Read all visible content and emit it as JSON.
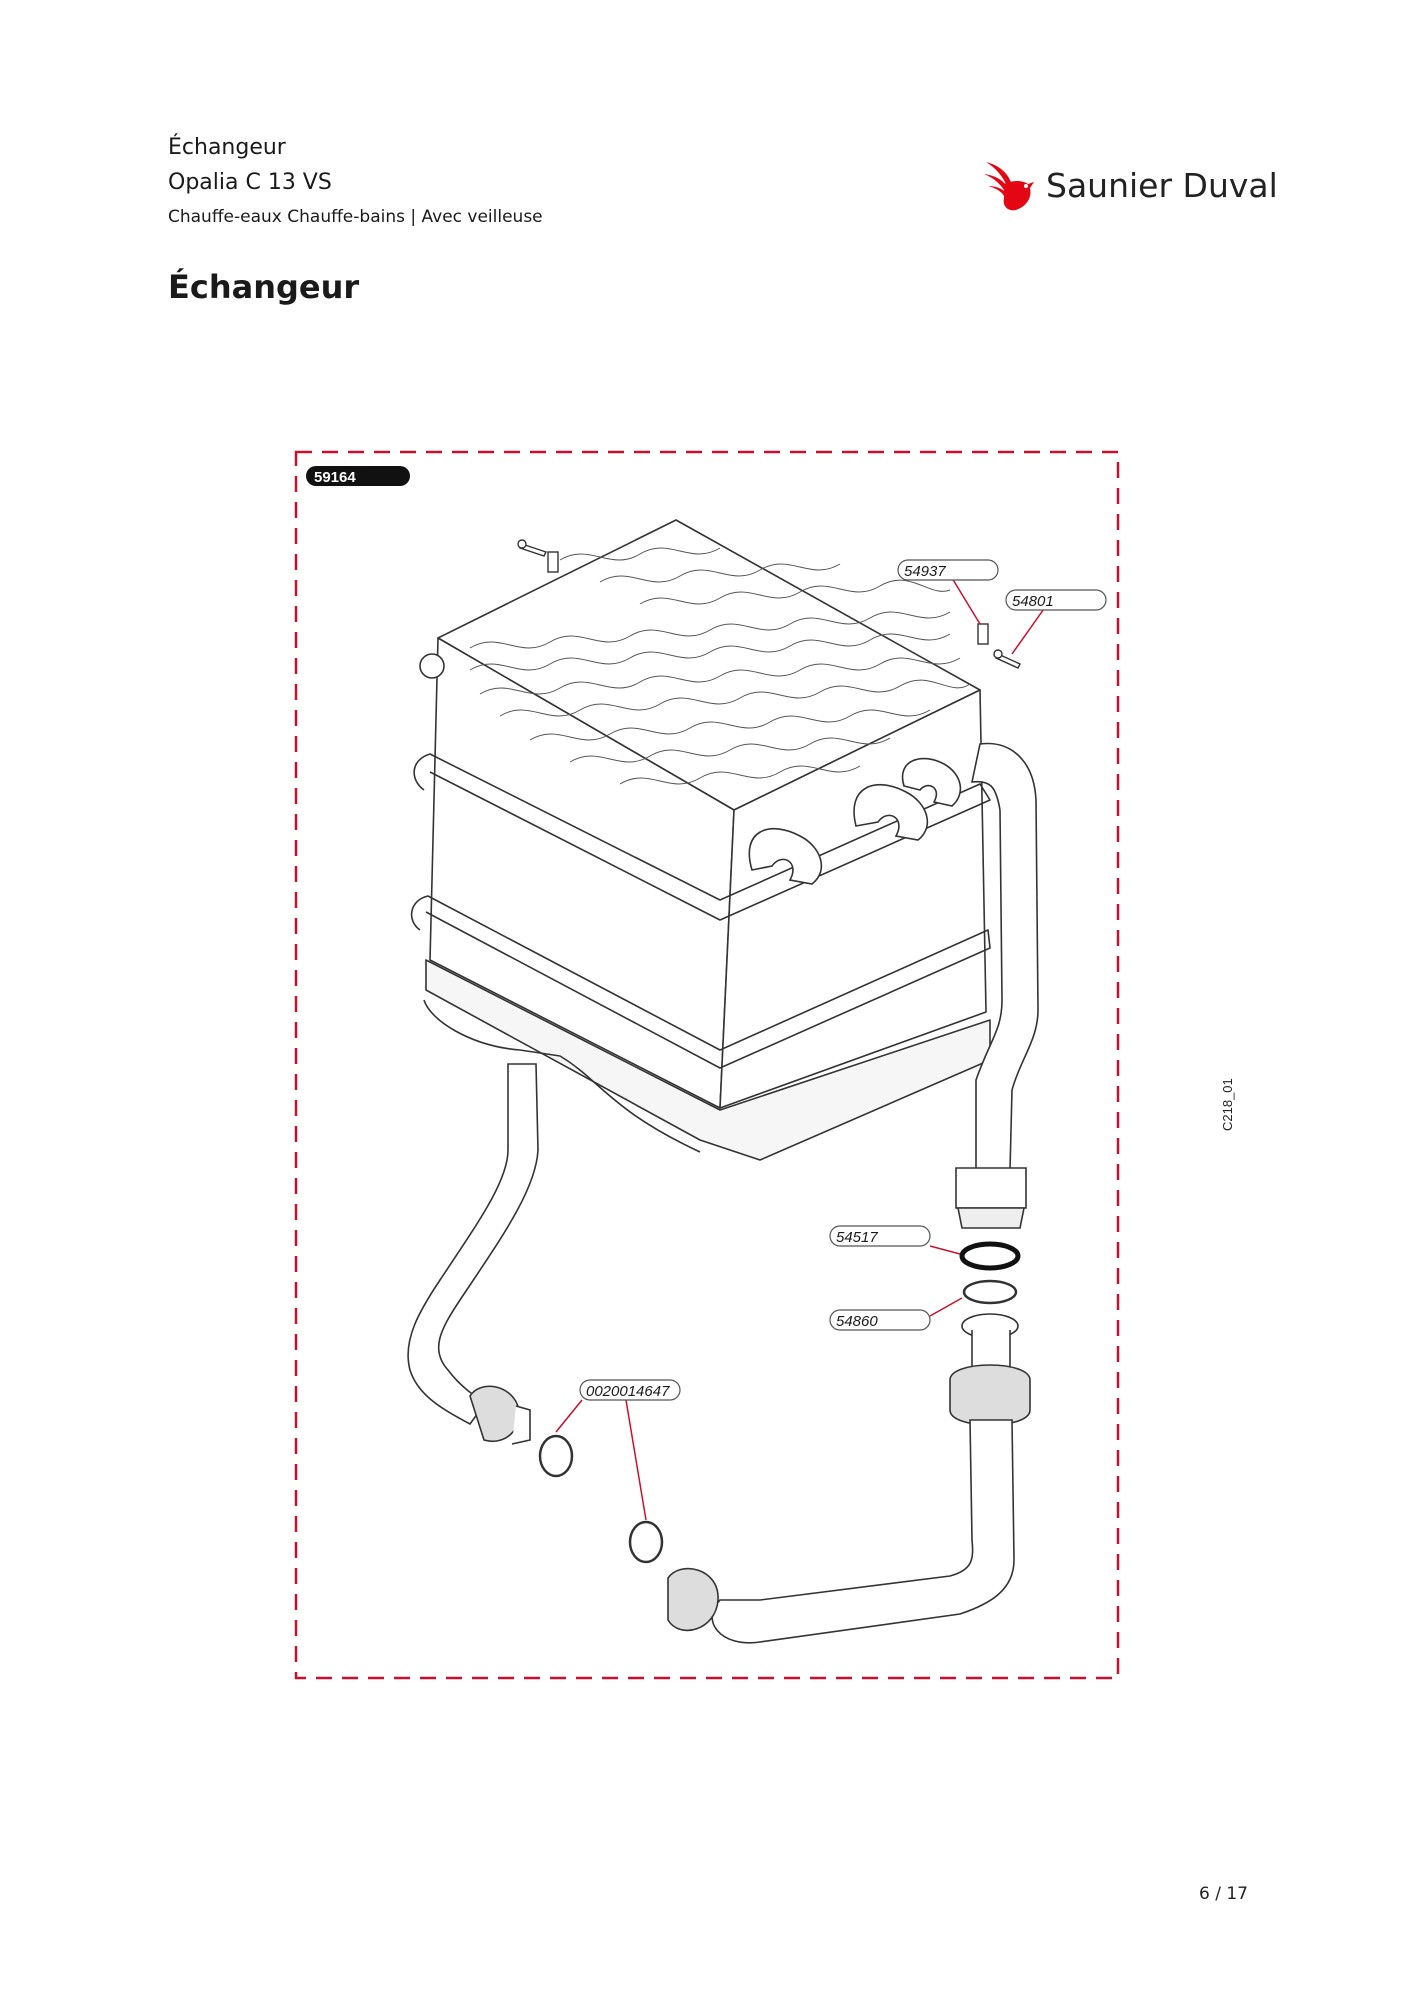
{
  "header": {
    "section": "Échangeur",
    "model": "Opalia C 13 VS",
    "category": "Chauffe-eaux Chauffe-bains | Avec veilleuse"
  },
  "page_title": "Échangeur",
  "brand": {
    "name": "Saunier Duval",
    "color": "#e30613"
  },
  "diagram": {
    "assembly_ref": "59164",
    "callouts": {
      "c54937": "54937",
      "c54801": "54801",
      "c54517": "54517",
      "c54860": "54860",
      "c0020014647": "0020014647"
    },
    "drawing_code": "C218_01",
    "frame_color": "#c8102e",
    "leader_color": "#c8102e"
  },
  "footer": {
    "page": "6 / 17"
  }
}
